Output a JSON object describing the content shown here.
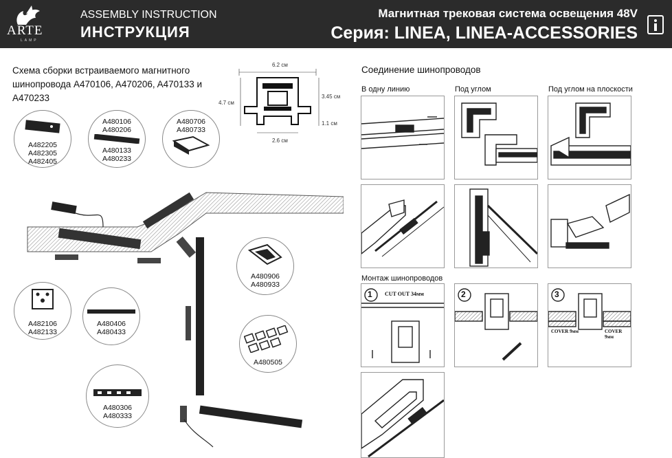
{
  "header": {
    "logo_name": "ARTE",
    "logo_sub": "LAMP",
    "title_en": "ASSEMBLY INSTRUCTION",
    "title_ru": "ИНСТРУКЦИЯ",
    "product_line": "Магнитная трековая система освещения 48V",
    "series": "Серия: LINEA, LINEA-ACCESSORIES",
    "info_icon": "info-icon"
  },
  "left": {
    "title": "Схема  сборки встраиваемого магнитного шинопровода A470106, A470206, A470133 и A470233",
    "dims": {
      "top": "6.2 см",
      "left": "4.7 см",
      "right_top": "3.45 см",
      "right_bottom": "1.1 см",
      "bottom": "2.6 см"
    },
    "callouts": {
      "c1": [
        "A482205",
        "A482305",
        "A482405"
      ],
      "c2_top": [
        "A480106",
        "A480206"
      ],
      "c2_bottom": [
        "A480133",
        "A480233"
      ],
      "c3": [
        "A480706",
        "A480733"
      ],
      "c4": [
        "A480906",
        "A480933"
      ],
      "c5": [
        "A482106",
        "A482133"
      ],
      "c6": [
        "A480406",
        "A480433"
      ],
      "c7": [
        "A480505"
      ],
      "c8": [
        "A480306",
        "A480333"
      ]
    }
  },
  "right": {
    "title": "Соединение шинопроводов",
    "col1": "В одну линию",
    "col2": "Под углом",
    "col3": "Под углом на плоскости",
    "mounting": "Монтаж шинопроводов",
    "step1": "1",
    "step2": "2",
    "step3": "3",
    "cut_label": "CUT OUT 34мм",
    "cover_label": "COVER 9мм"
  }
}
